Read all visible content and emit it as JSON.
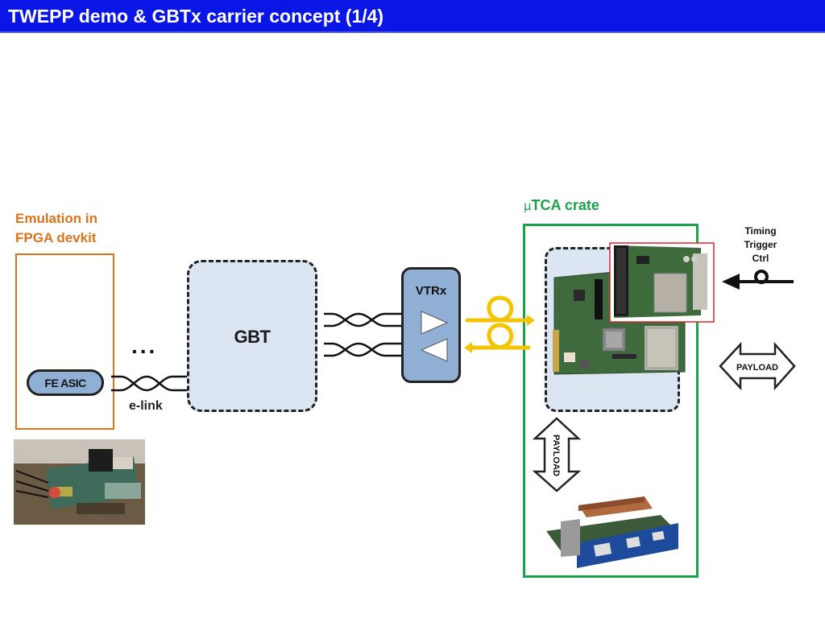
{
  "title": "TWEPP demo & GBTx carrier concept (1/4)",
  "labels": {
    "emulation_line1": "Emulation in",
    "emulation_line2": "FPGA devkit",
    "crate_mu": "μ",
    "crate_rest": "TCA crate",
    "gbt": "GBT",
    "vtrx": "VTRx",
    "fe_asic": "FE ASIC",
    "elink": "e-link",
    "dots": "...",
    "timing_line1": "Timing",
    "timing_line2": "Trigger",
    "timing_line3": "Ctrl",
    "payload_horizontal": "PAYLOAD",
    "payload_vertical": "PAYLOAD"
  },
  "colors": {
    "title_bar": "#0a16e6",
    "emulation_orange": "#d9731c",
    "crate_green": "#1aa34a",
    "block_fill": "#dce6f2",
    "vtrx_fill": "#8fb0d4",
    "fiber_yellow": "#f5c400",
    "inset_border": "#d9262b"
  },
  "icons": [
    "devkit-photo",
    "gbtx-carrier-photo",
    "amc-card-photo",
    "fmc-inset-photo"
  ]
}
